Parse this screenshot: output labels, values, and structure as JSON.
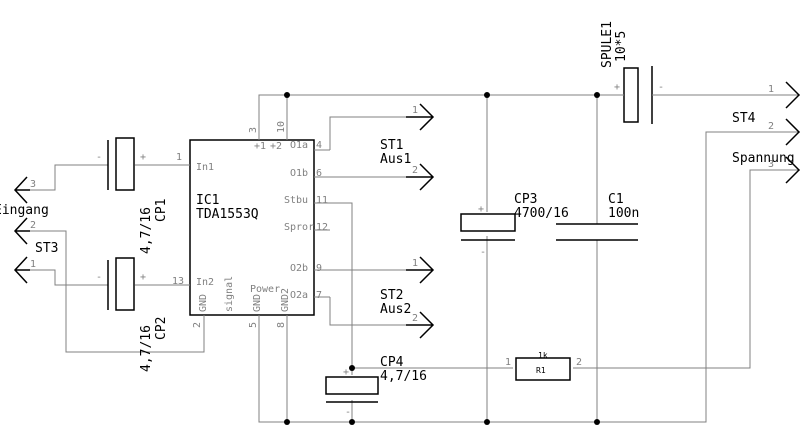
{
  "ic": {
    "ref": "IC1",
    "part": "TDA1553Q",
    "pins": {
      "in1": "In1",
      "in2": "In2",
      "o1a": "O1a",
      "o1b": "O1b",
      "stbu": "Stbu",
      "spro": "Spror",
      "o2b": "O2b",
      "o2a": "O2a",
      "vp1": "+1",
      "vp2": "+2",
      "gnd1": "GND",
      "gnd_signal": "signal",
      "gnd_power": "GND",
      "power": "Power",
      "gnd2": "GND2"
    },
    "pin_numbers": {
      "in1": "1",
      "in2": "13",
      "o1a": "4",
      "o1b": "6",
      "stbu": "11",
      "spro": "12",
      "o2b": "9",
      "o2a": "7",
      "vp1": "3",
      "vp2": "10",
      "gnd1": "2",
      "gnd_power": "5",
      "gnd2": "8"
    }
  },
  "capacitors": {
    "cp1": {
      "ref": "CP1",
      "value": "4,7/16"
    },
    "cp2": {
      "ref": "CP2",
      "value": "4,7/16"
    },
    "cp3": {
      "ref": "CP3",
      "value": "4700/16"
    },
    "c1": {
      "ref": "C1",
      "value": "100n"
    },
    "cp4": {
      "ref": "CP4",
      "value": "4,7/16"
    }
  },
  "resistor": {
    "ref": "R1",
    "value": "1k",
    "pin1": "1",
    "pin2": "2"
  },
  "coil": {
    "ref": "SPULE1",
    "value": "10*5"
  },
  "connectors": {
    "st3": {
      "ref": "ST3",
      "name": "Eingang",
      "pins": [
        "3",
        "2",
        "1"
      ]
    },
    "st1": {
      "ref": "ST1",
      "name": "Aus1",
      "pins": [
        "1",
        "2"
      ]
    },
    "st2": {
      "ref": "ST2",
      "name": "Aus2",
      "pins": [
        "1",
        "2"
      ]
    },
    "st4": {
      "ref": "ST4",
      "name": "Spannung",
      "pins": [
        "1",
        "2",
        "3"
      ]
    }
  },
  "polarity": {
    "plus": "+",
    "minus": "-"
  },
  "colors": {
    "wire": "#808080",
    "part": "#000000",
    "background": "#ffffff"
  }
}
